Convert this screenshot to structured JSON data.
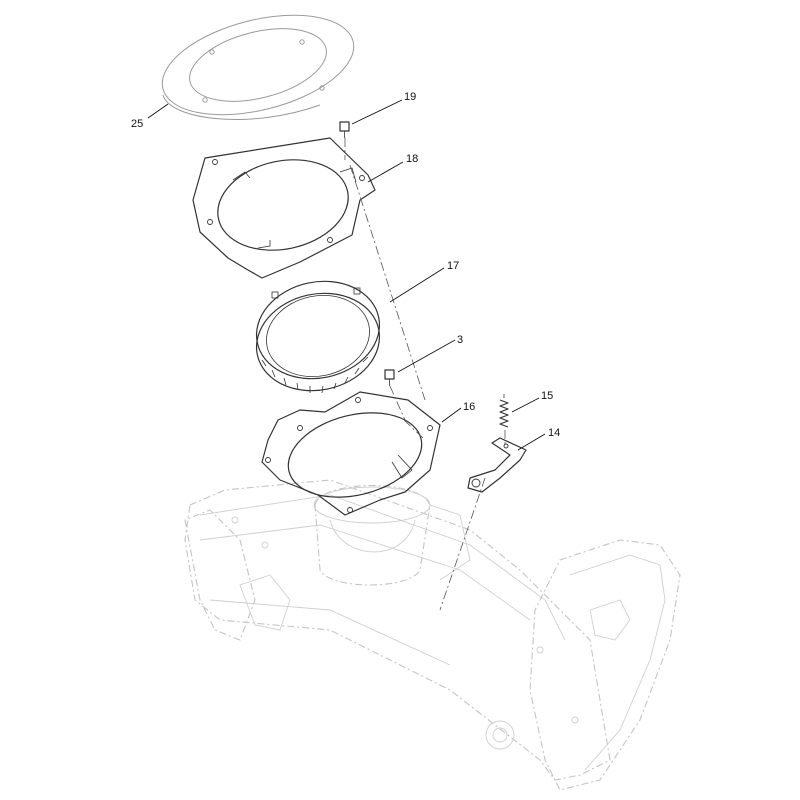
{
  "callouts": {
    "c25": "25",
    "c19": "19",
    "c18": "18",
    "c17": "17",
    "c3": "3",
    "c15": "15",
    "c16": "16",
    "c14": "14"
  }
}
